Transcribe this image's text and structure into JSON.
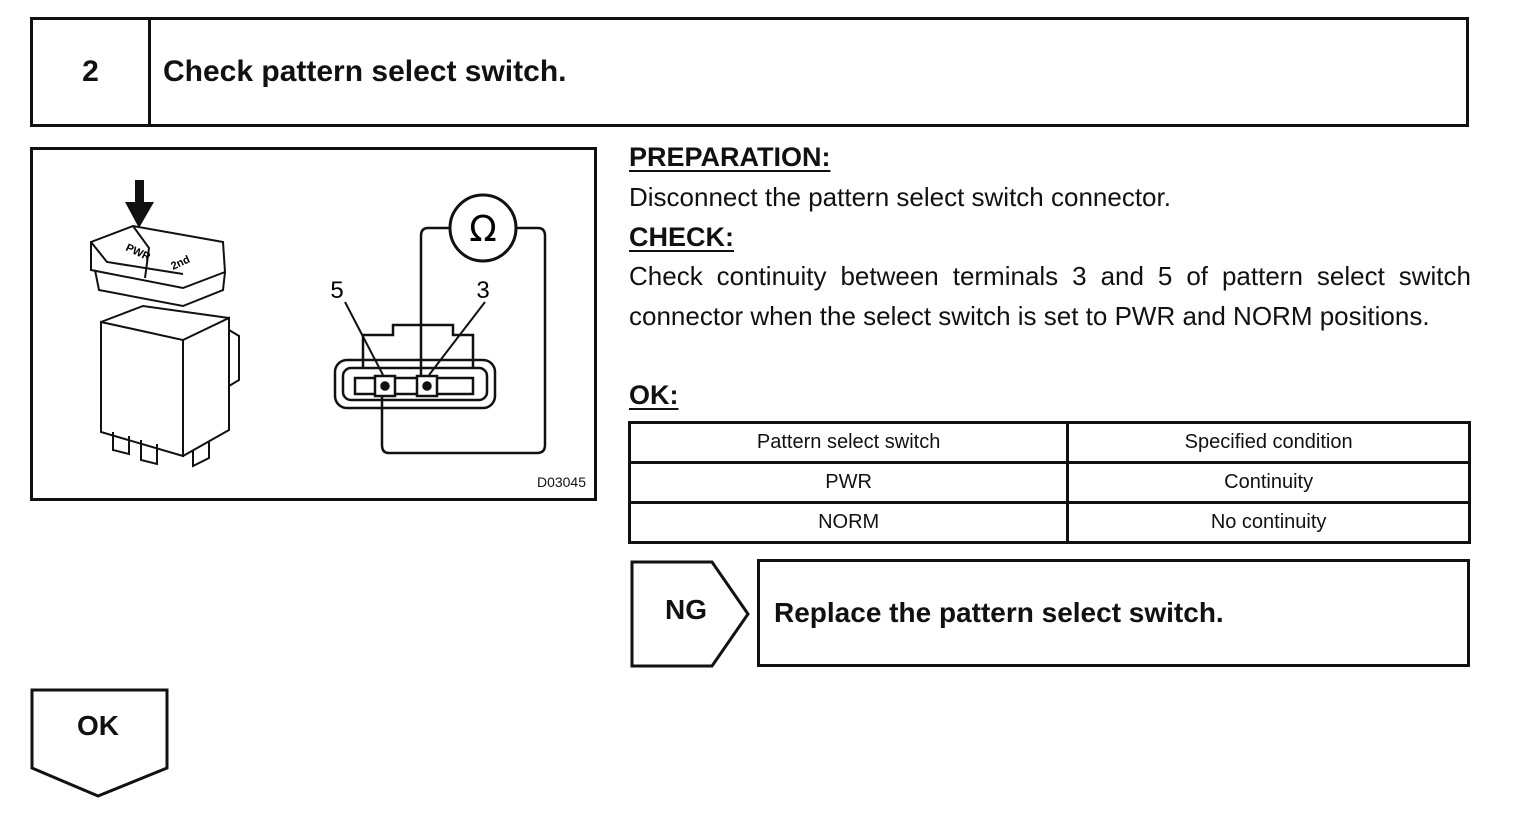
{
  "step": {
    "number": "2",
    "title": "Check pattern select switch."
  },
  "figure": {
    "code": "D03045",
    "switch_buttons": [
      "PWR",
      "2nd"
    ],
    "terminal_left": "5",
    "terminal_right": "3",
    "meter_symbol": "Ω",
    "icons": [
      "press-arrow-icon",
      "ohmmeter-icon"
    ]
  },
  "preparation": {
    "heading": "PREPARATION:",
    "text": "Disconnect the pattern select switch connector."
  },
  "check": {
    "heading": "CHECK:",
    "text": "Check continuity between terminals 3 and 5 of pattern select switch connector when the select switch is set to PWR and NORM positions."
  },
  "ok_section": {
    "heading": "OK:"
  },
  "spec_table": {
    "headers": [
      "Pattern select switch",
      "Specified condition"
    ],
    "rows": [
      [
        "PWR",
        "Continuity"
      ],
      [
        "NORM",
        "No continuity"
      ]
    ]
  },
  "ng": {
    "label": "NG",
    "action": "Replace the pattern select switch."
  },
  "ok_next": {
    "label": "OK"
  }
}
